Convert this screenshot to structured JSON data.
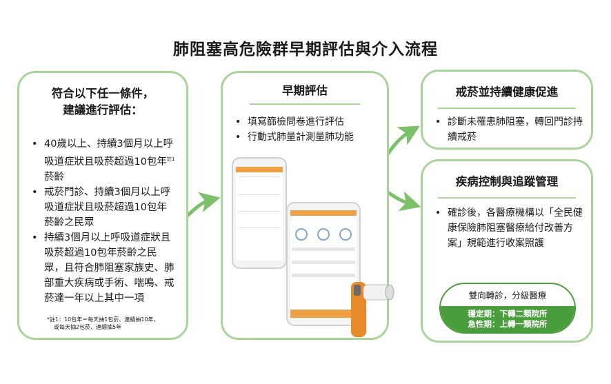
{
  "title": "肺阻塞高危險群早期評估與介入流程",
  "left_box": {
    "heading_line1": "符合以下任一條件，",
    "heading_line2": "建議進行評估：",
    "items": [
      {
        "pre": "40歲以上、持續3個月以上呼吸道症狀且吸菸超過10包年",
        "sup": "註1",
        "post": "菸齡"
      },
      {
        "pre": "戒菸門診、持續3個月以上呼吸道症狀且吸菸超過10包年菸齡之民眾",
        "sup": "",
        "post": ""
      },
      {
        "pre": "持續3個月以上呼吸道症狀且吸菸超過10包年菸齡之民眾，且符合肺阻塞家族史、肺部重大疾病或手術、喘鳴、戒菸達一年以上其中一項",
        "sup": "",
        "post": ""
      }
    ],
    "note_line1": "*註1：10包年＝每天抽1包菸、連續抽10年，",
    "note_line2": "或每天抽2包菸、連續抽5年"
  },
  "mid_box": {
    "heading": "早期評估",
    "items": [
      "填寫篩檢問卷進行評估",
      "行動式肺量計測量肺功能"
    ]
  },
  "top_right_box": {
    "heading": "戒菸並持續健康促進",
    "items": [
      "診斷未罹患肺阻塞，轉回門診持續戒菸"
    ]
  },
  "bottom_right_box": {
    "heading": "疾病控制與追蹤管理",
    "items": [
      "確診後，各醫療機構以「全民健康保險肺阻塞醫療給付改善方案」規範進行收案照護"
    ],
    "oval_top": "雙向轉診，分級醫療",
    "oval_line1": "穩定期：下轉二類院所",
    "oval_line2": "急性期：上轉一類院所"
  },
  "colors": {
    "accent": "#a8d49a",
    "arrow": "#7cc16a",
    "dark_green": "#4a9d3c",
    "app_orange": "#f0a044"
  }
}
